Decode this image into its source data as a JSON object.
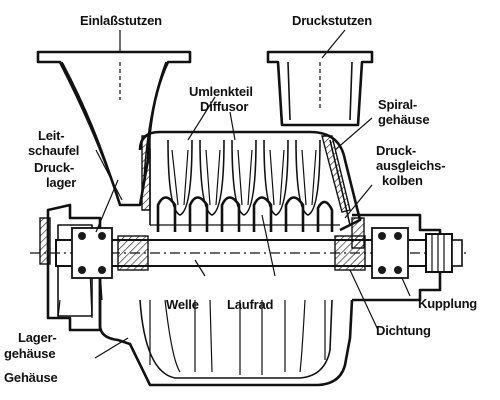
{
  "labels": {
    "einlassstutzen": "Einlaßstutzen",
    "druckstutzen": "Druckstutzen",
    "umlenkteil": "Umlenkteil",
    "diffusor": "Diffusor",
    "spiral_line1": "Spiral-",
    "spiral_line2": "gehäuse",
    "leit_line1": "Leit-",
    "leit_line2": "schaufel",
    "drucklager_line1": "Druck-",
    "drucklager_line2": "lager",
    "druckaus_line1": "Druck-",
    "druckaus_line2": "ausgleichs-",
    "druckaus_line3": "kolben",
    "welle": "Welle",
    "laufrad": "Laufrad",
    "kupplung": "Kupplung",
    "dichtung": "Dichtung",
    "lager_line1": "Lager-",
    "lager_line2": "gehäuse",
    "gehaeuse": "Gehäuse"
  },
  "colors": {
    "ink": "#111111",
    "paper": "#ffffff"
  }
}
